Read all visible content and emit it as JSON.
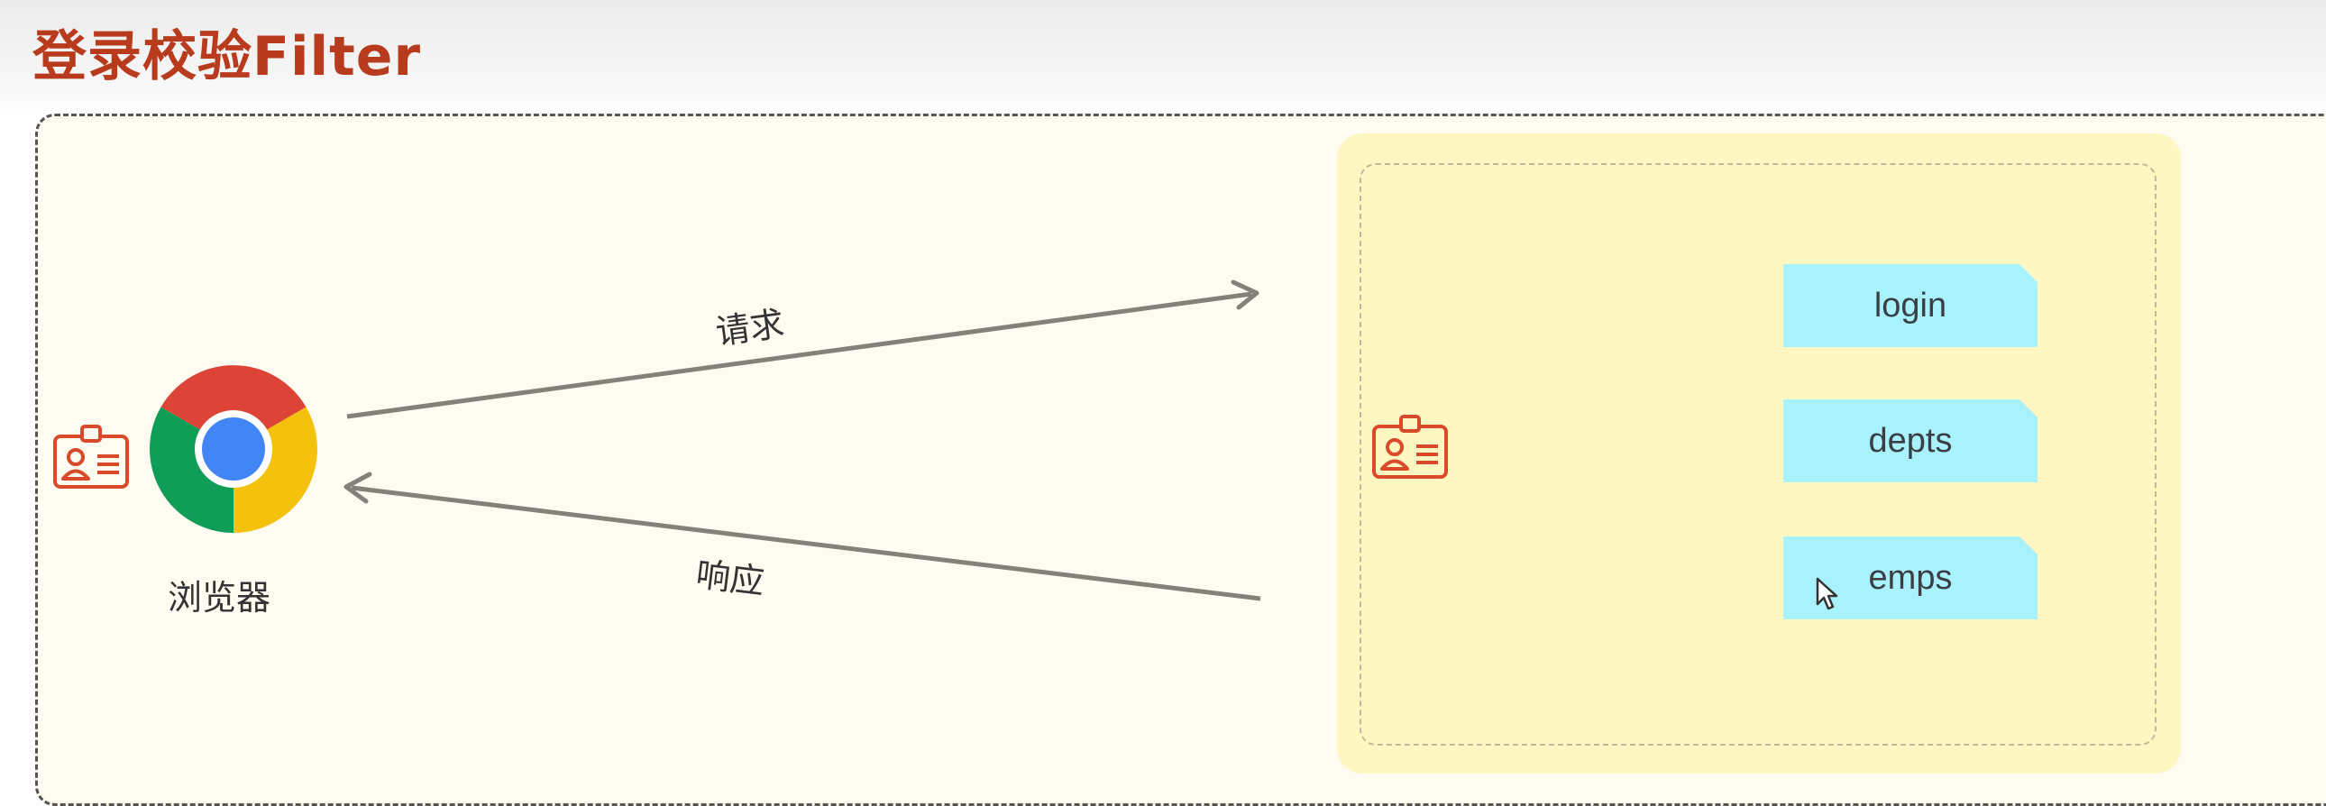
{
  "title": "登录校验Filter",
  "browser": {
    "label": "浏览器"
  },
  "arrows": {
    "request_label": "请求",
    "response_label": "响应"
  },
  "resources": [
    "login",
    "depts",
    "emps"
  ],
  "icons": {
    "browser": "chrome-icon",
    "credential": "id-card-icon",
    "cursor": "mouse-cursor-icon"
  },
  "colors": {
    "title": "#b83b1e",
    "icon": "#d84a2a",
    "arrow": "#84817a",
    "resource": "#a8f2fe",
    "server": "#fff7c2",
    "canvas": "#fefbf0"
  }
}
